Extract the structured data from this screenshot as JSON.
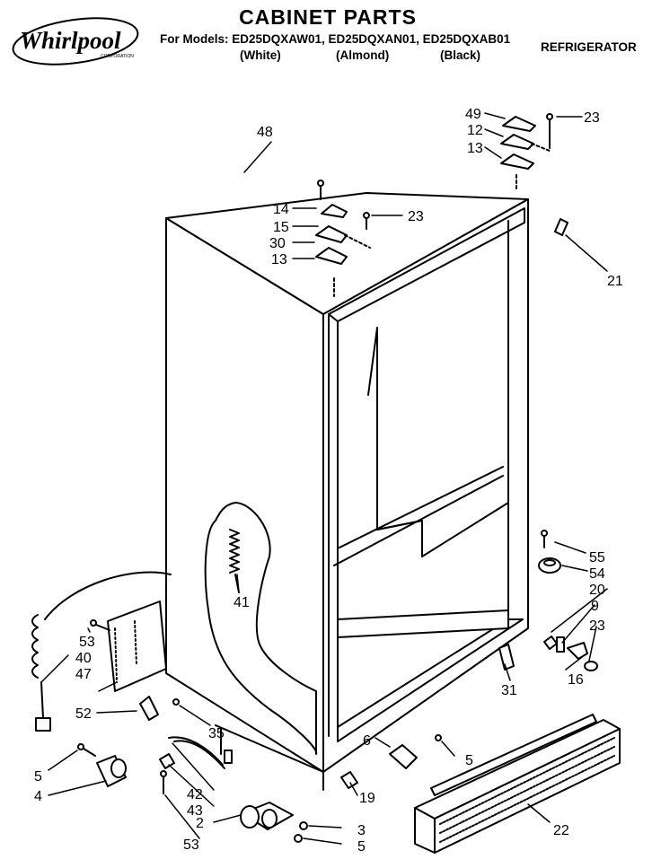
{
  "header": {
    "brand": "Whirlpool",
    "brand_sub": "CORPORATION",
    "title": "CABINET PARTS",
    "models_line": "For Models: ED25DQXAW01, ED25DQXAN01, ED25DQXAB01",
    "colors": [
      "(White)",
      "(Almond)",
      "(Black)"
    ],
    "product_type": "REFRIGERATOR"
  },
  "callouts": [
    "48",
    "49",
    "12",
    "13",
    "23",
    "14",
    "15",
    "23",
    "30",
    "13",
    "21",
    "41",
    "55",
    "54",
    "20",
    "9",
    "23",
    "16",
    "31",
    "53",
    "40",
    "47",
    "52",
    "35",
    "6",
    "5",
    "5",
    "4",
    "42",
    "43",
    "19",
    "2",
    "53",
    "3",
    "5",
    "22"
  ]
}
